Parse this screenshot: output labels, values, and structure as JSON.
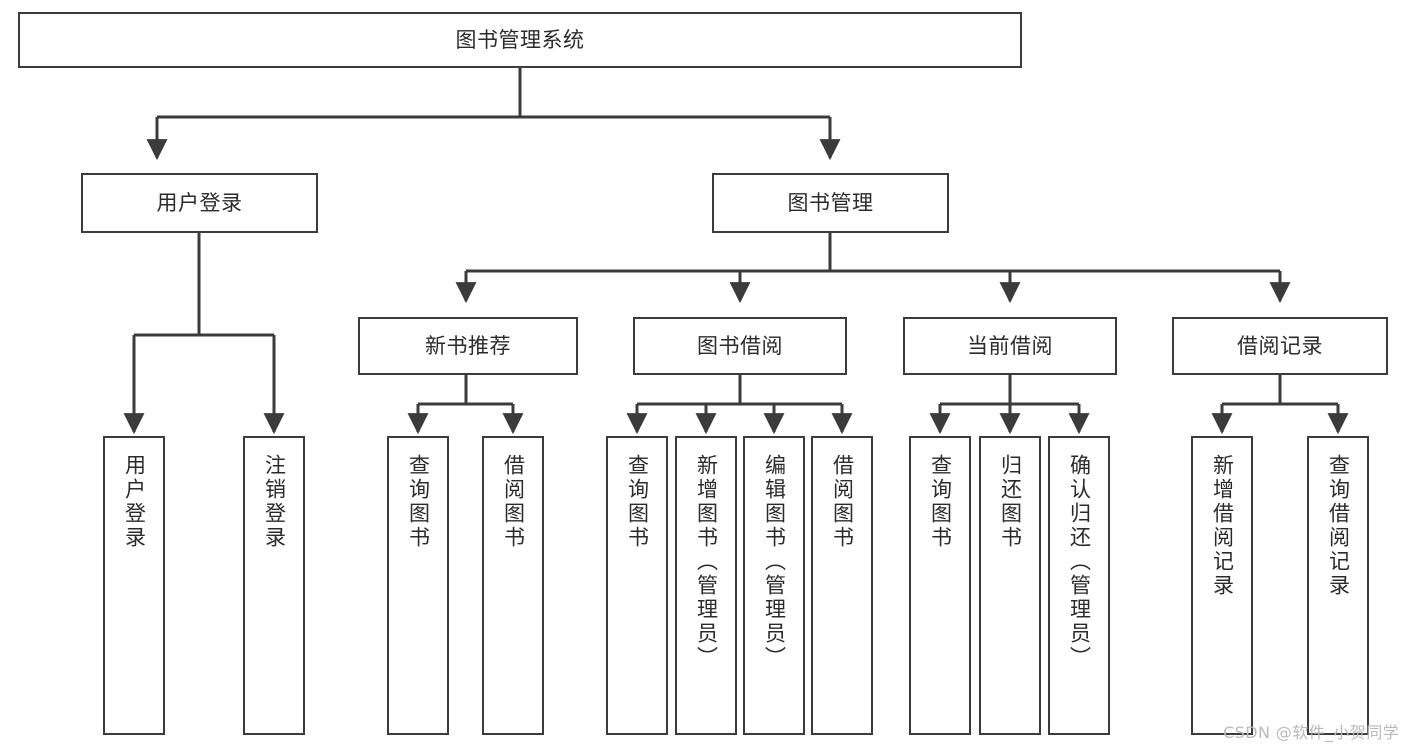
{
  "diagram": {
    "title": "图书管理系统",
    "type": "tree-hierarchy-chart",
    "orientation": "top-down",
    "colors": {
      "stroke": "#3b3b3b",
      "fill": "#ffffff",
      "text": "#2b2b2b",
      "watermark": "#b9b9b9"
    },
    "root": {
      "label": "图书管理系统"
    },
    "level2": [
      {
        "label": "用户登录"
      },
      {
        "label": "图书管理"
      }
    ],
    "level3": [
      {
        "label": "新书推荐"
      },
      {
        "label": "图书借阅"
      },
      {
        "label": "当前借阅"
      },
      {
        "label": "借阅记录"
      }
    ],
    "leaves": {
      "user_login": [
        {
          "label": "用户登录"
        },
        {
          "label": "注销登录"
        }
      ],
      "new_book_recommend": [
        {
          "label": "查询图书"
        },
        {
          "label": "借阅图书"
        }
      ],
      "book_borrow": [
        {
          "label": "查询图书"
        },
        {
          "label": "新增图书（管理员）"
        },
        {
          "label": "编辑图书（管理员）"
        },
        {
          "label": "借阅图书"
        }
      ],
      "current_borrow": [
        {
          "label": "查询图书"
        },
        {
          "label": "归还图书"
        },
        {
          "label": "确认归还（管理员）"
        }
      ],
      "borrow_record": [
        {
          "label": "新增借阅记录"
        },
        {
          "label": "查询借阅记录"
        }
      ]
    }
  },
  "watermark": {
    "text": "CSDN @软件_小贺同学"
  }
}
